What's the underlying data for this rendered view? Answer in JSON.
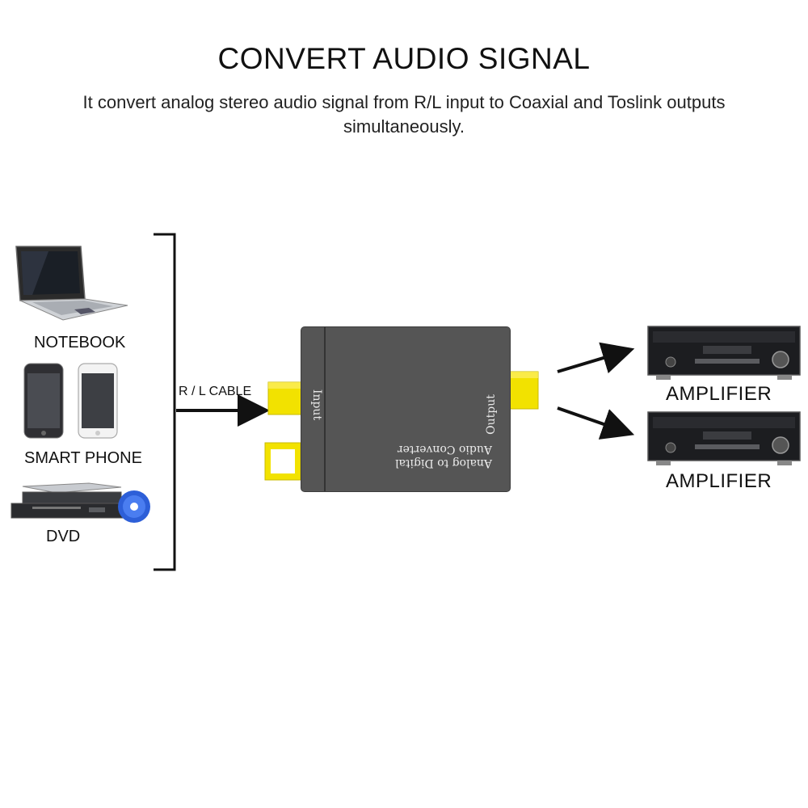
{
  "header": {
    "title": "CONVERT AUDIO SIGNAL",
    "subtitle": "It convert analog stereo audio signal from R/L input to Coaxial and Toslink outputs simultaneously."
  },
  "sources": {
    "notebook": "NOTEBOOK",
    "smartphone": "SMART PHONE",
    "dvd": "DVD"
  },
  "cable": {
    "label": "R / L CABLE"
  },
  "converter": {
    "input_label": "Input",
    "output_label": "Output",
    "name_line1": "Analog to Digital",
    "name_line2": "Audio Converter"
  },
  "outputs": {
    "amp_top": "AMPLIFIER",
    "amp_bottom": "AMPLIFIER"
  },
  "colors": {
    "jack": "#f2e200",
    "converter": "#555555",
    "arrow": "#111111"
  }
}
